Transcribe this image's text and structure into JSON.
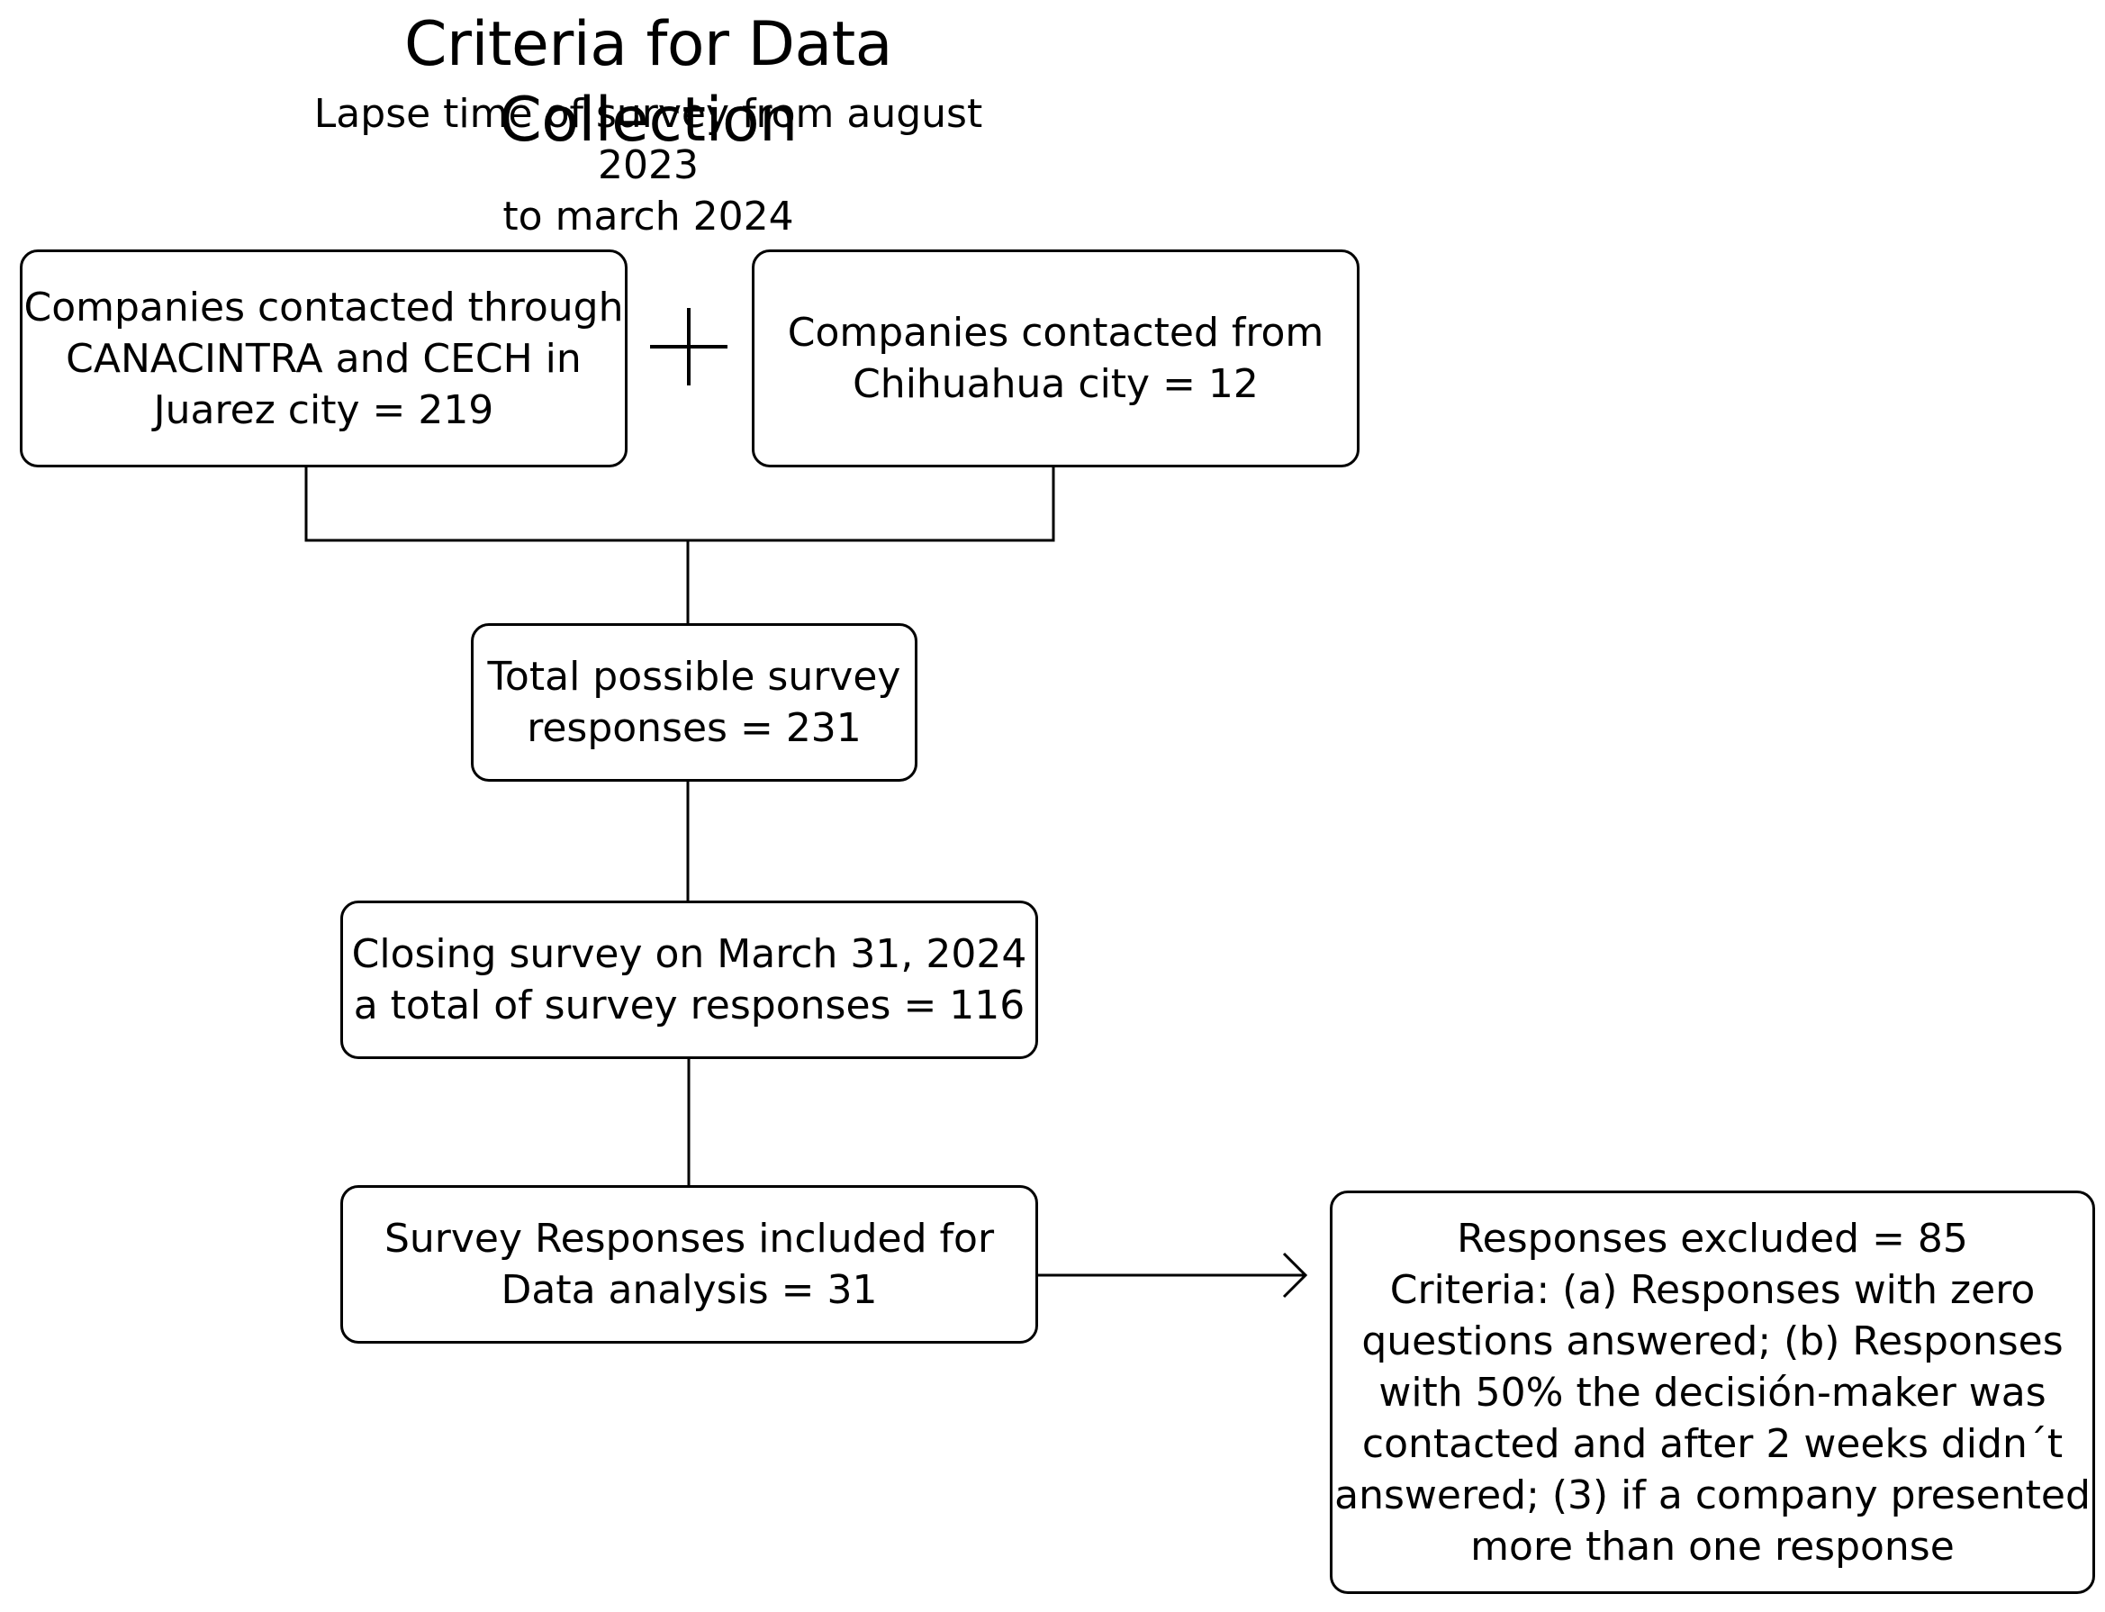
{
  "header": {
    "title": "Criteria for Data Collection",
    "subtitle": "Lapse time of survey from august 2023\nto march 2024"
  },
  "nodes": {
    "juarez": "Companies contacted through\nCANACINTRA and CECH in\nJuarez city = 219",
    "chihuahua": "Companies contacted from\nChihuahua city = 12",
    "total": "Total possible survey\nresponses = 231",
    "closing": "Closing survey on March 31, 2024\na total of survey responses = 116",
    "included": "Survey Responses included for\nData analysis = 31",
    "excluded": "Responses excluded = 85\nCriteria: (a) Responses with zero\nquestions answered; (b) Responses\nwith 50% the decisión-maker was\ncontacted and after 2 weeks didn´t\nanswered; (3) if a company presented\nmore than one response"
  },
  "edges": [
    {
      "from": "juarez",
      "to": "total"
    },
    {
      "from": "chihuahua",
      "to": "total"
    },
    {
      "from": "total",
      "to": "closing"
    },
    {
      "from": "closing",
      "to": "included"
    },
    {
      "from": "included",
      "to": "excluded",
      "arrow": true
    }
  ]
}
